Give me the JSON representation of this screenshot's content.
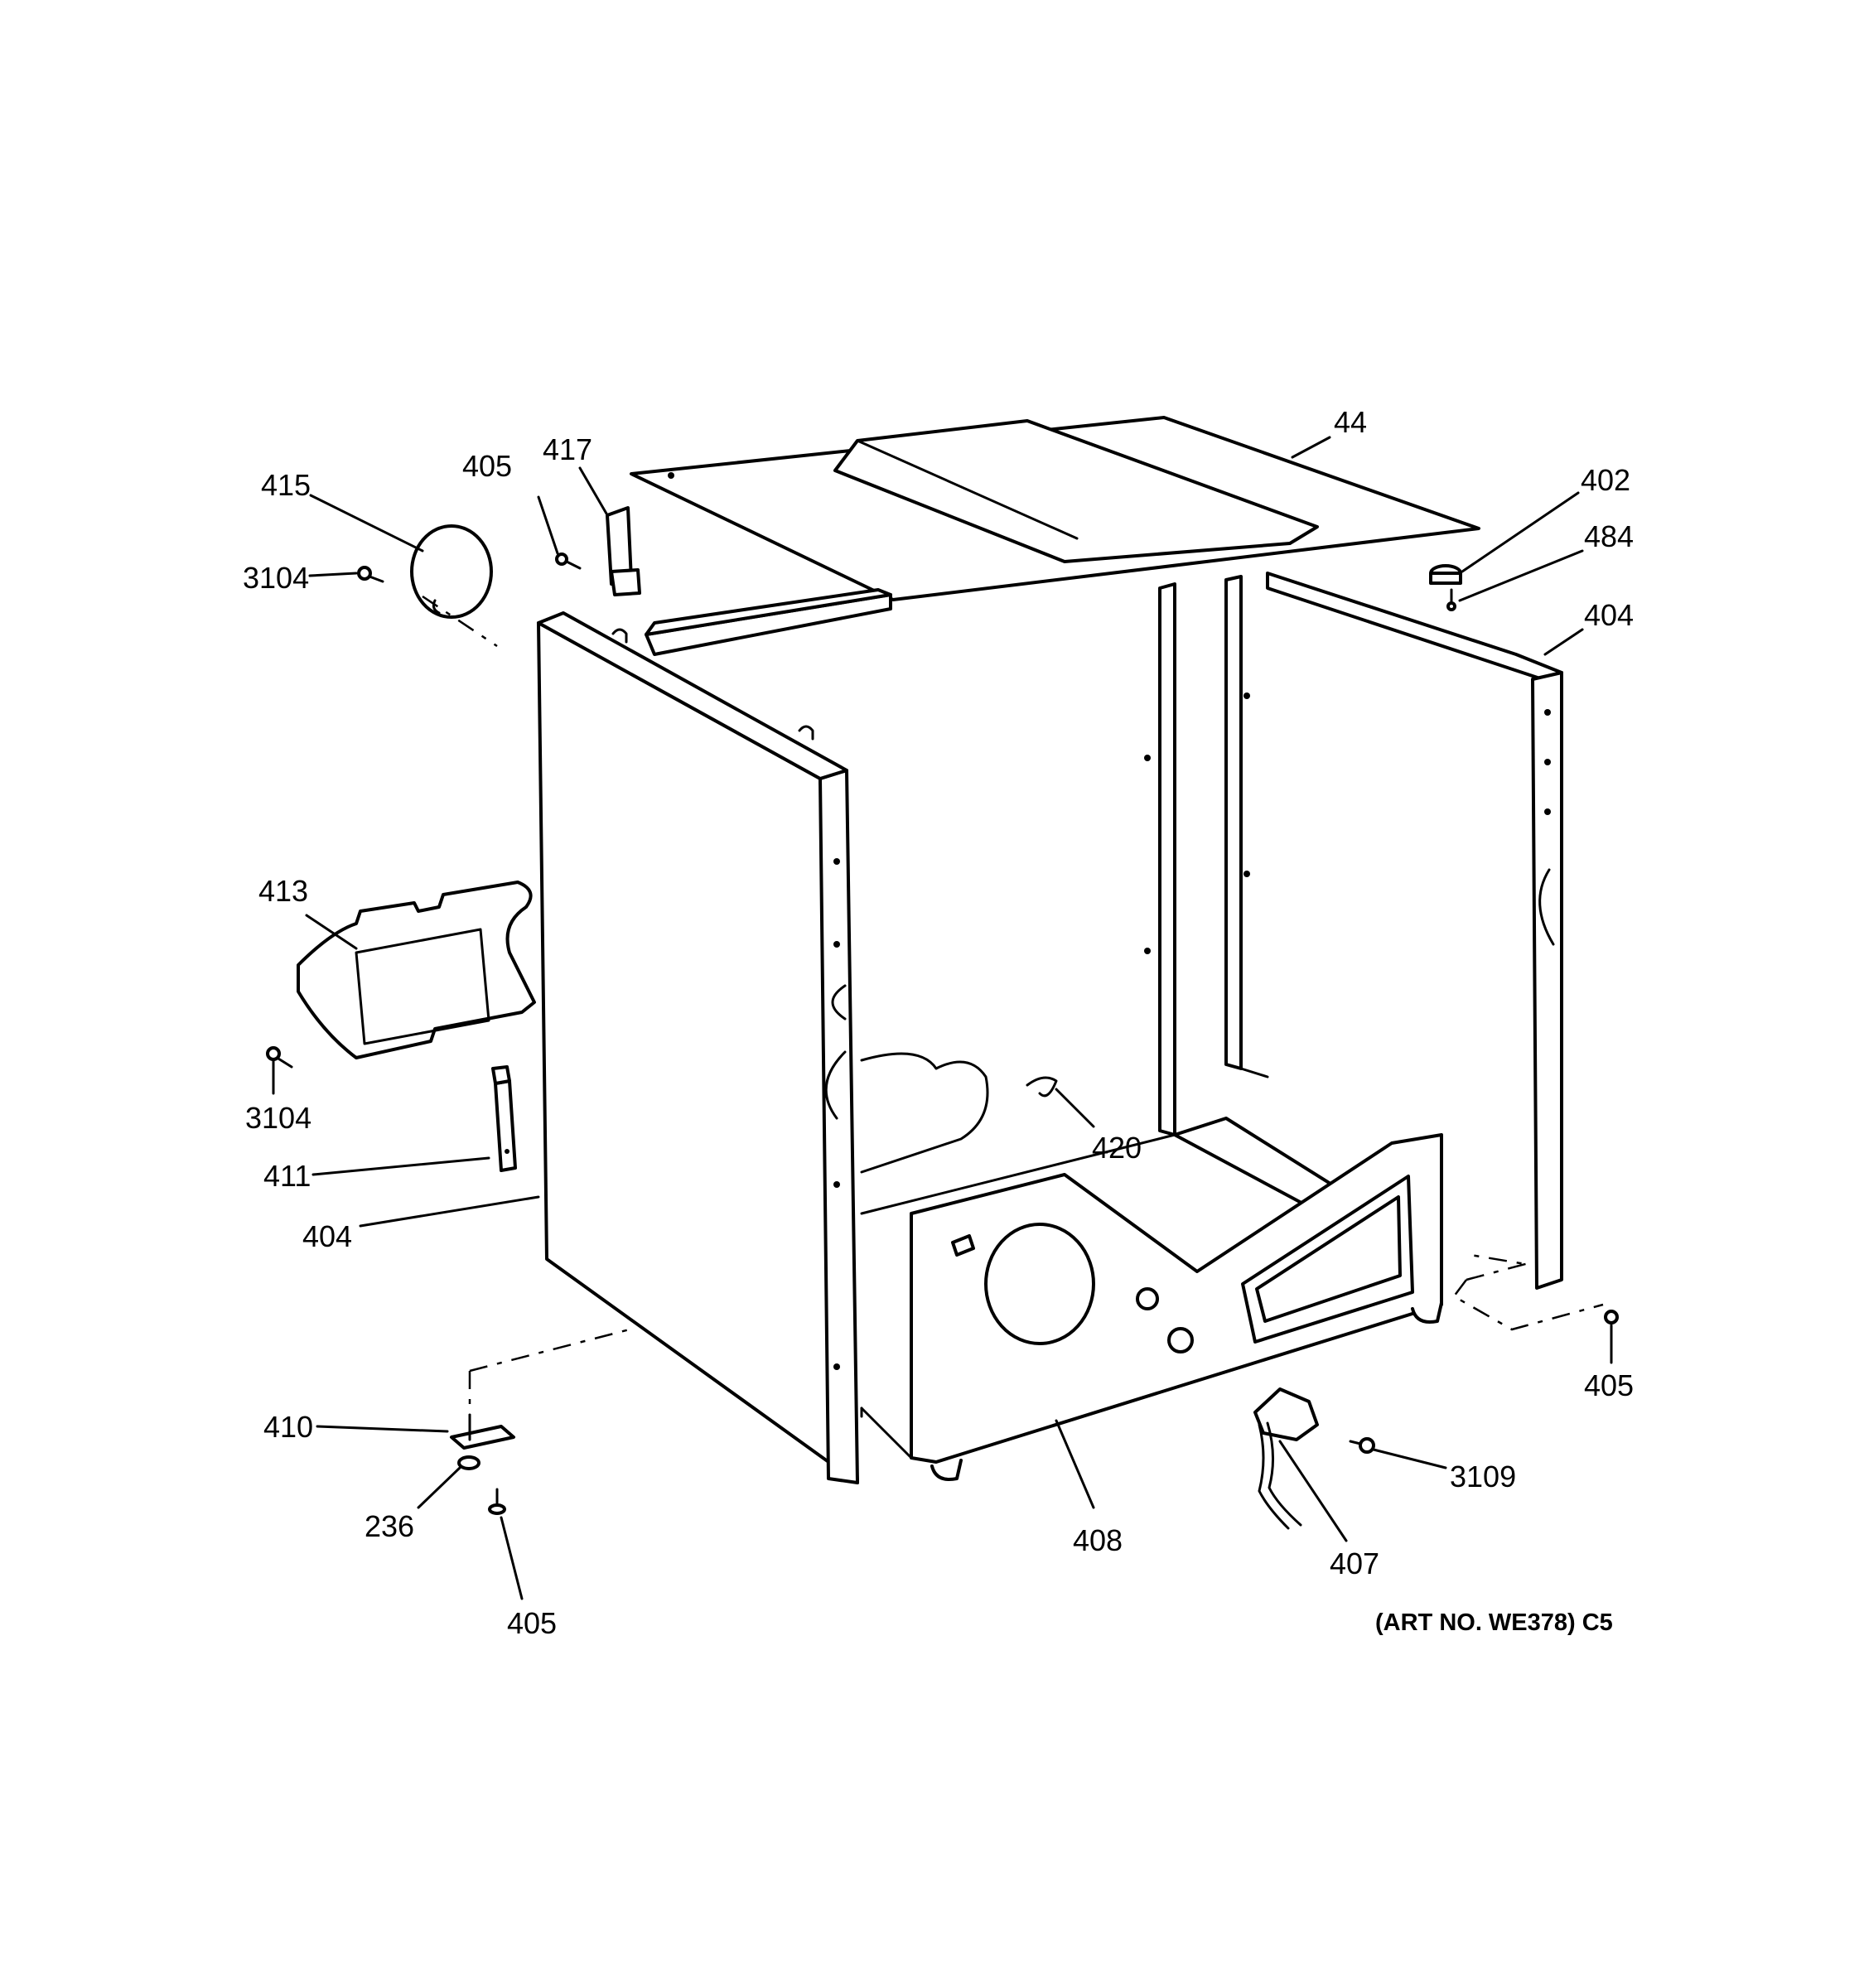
{
  "art_number": "(ART NO. WE378) C5",
  "callouts": {
    "c44": "44",
    "c402": "402",
    "c484": "484",
    "c404_right": "404",
    "c405_right": "405",
    "c3109": "3109",
    "c407": "407",
    "c408": "408",
    "c420": "420",
    "c415": "415",
    "c405_top": "405",
    "c417": "417",
    "c3104_top": "3104",
    "c413": "413",
    "c3104_left": "3104",
    "c411": "411",
    "c404_left": "404",
    "c410": "410",
    "c236": "236",
    "c405_bottom": "405"
  }
}
